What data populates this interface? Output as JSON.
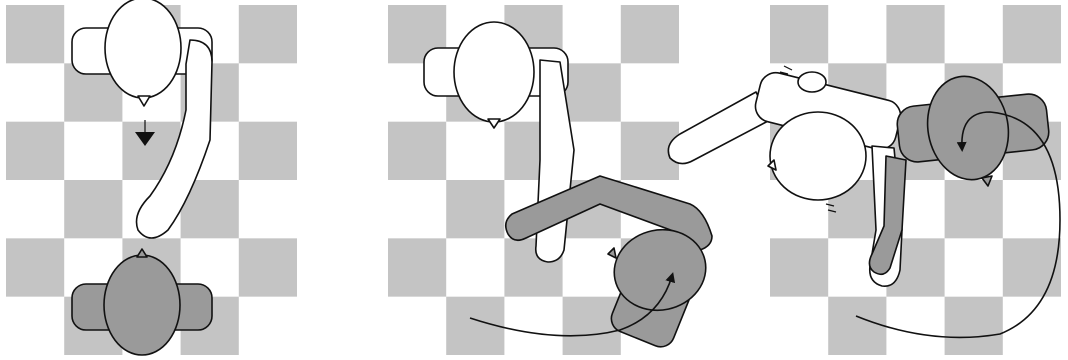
{
  "figure": {
    "panels": [
      {
        "id": "panel-1",
        "rows": 6,
        "cols": 5,
        "description_none": ""
      },
      {
        "id": "panel-2",
        "rows": 6,
        "cols": 5
      },
      {
        "id": "panel-3",
        "rows": 6,
        "cols": 5
      }
    ],
    "colors": {
      "checker_dark": "#c4c4c4",
      "checker_light": "#ffffff",
      "figure_light": "#ffffff",
      "figure_dark": "#9a9a9a",
      "outline": "#111111"
    },
    "icons": [
      "arrow-down-icon",
      "rotation-arrow-icon"
    ]
  }
}
